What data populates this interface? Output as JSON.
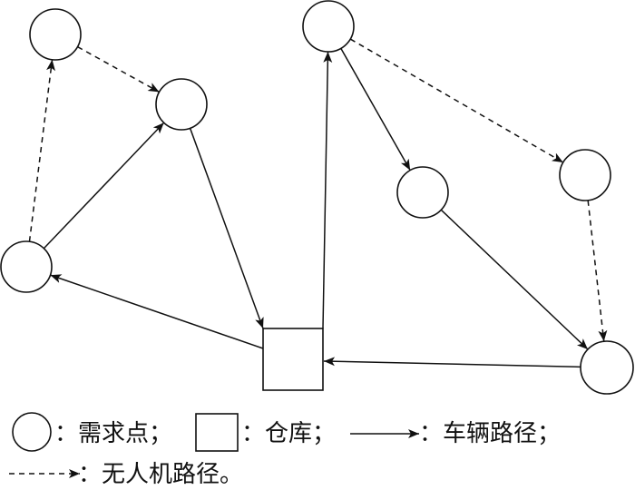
{
  "legend": {
    "demand_point": "：需求点；",
    "depot": "：仓库；",
    "vehicle_route": "：车辆路径；",
    "drone_route": "：无人机路径。"
  },
  "colors": {
    "stroke": "#111111",
    "background": "#ffffff"
  }
}
